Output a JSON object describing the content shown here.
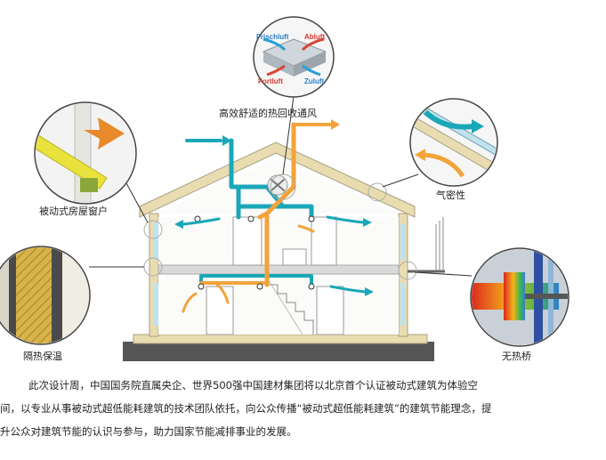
{
  "diagram": {
    "labels": {
      "hrv": "高效舒适的热回收通风",
      "window": "被动式房屋窗户",
      "airtight": "气密性",
      "insulation": "隔热保温",
      "bridge": "无热桥"
    },
    "hrv_tags": {
      "fresh": "Frischluft",
      "exhaust": "Abluft",
      "outgoing": "Fortluft",
      "supply": "Zuluft"
    },
    "colors": {
      "fresh_air": "#1aa7b8",
      "warm_air": "#f2a33a",
      "house_frame": "#e8dcb0",
      "window_arrow": "#e8892a",
      "window_glass": "#e9e23c"
    }
  },
  "article": {
    "line1": "此次设计周，中国国务院直属央企、世界500强中国建材集团将以北京首个认证被动式建筑为体验空",
    "line2": "间，以专业从事被动式超低能耗建筑的技术团队依托，向公众传播“被动式超低能耗建筑”的建筑节能理念，提",
    "line3": "升公众对建筑节能的认识与参与，助力国家节能减排事业的发展。"
  }
}
